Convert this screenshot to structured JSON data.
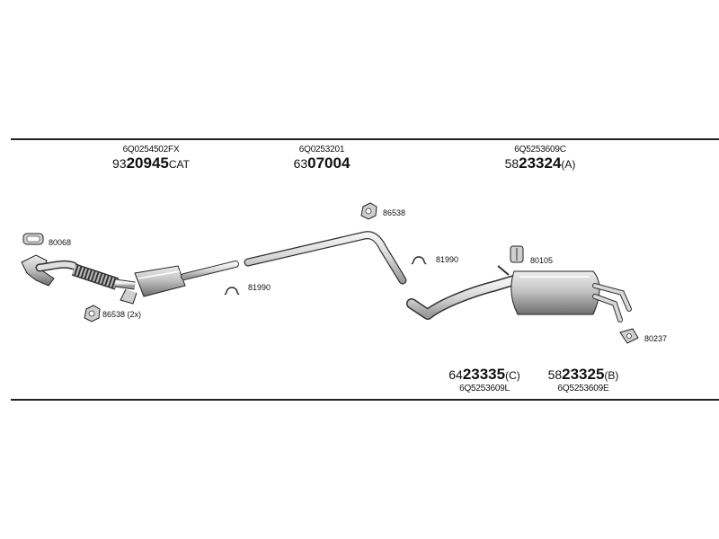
{
  "top_labels": [
    {
      "oe": "6Q0254502FX",
      "prefix": "93",
      "bold": "20945",
      "suffix": "CAT"
    },
    {
      "oe": "6Q0253201",
      "prefix": "63",
      "bold": "07004",
      "suffix": ""
    },
    {
      "oe": "6Q5253609C",
      "prefix": "58",
      "bold": "23324",
      "suffix": "(A)"
    }
  ],
  "bottom_labels": [
    {
      "oe": "6Q5253609L",
      "prefix": "64",
      "bold": "23335",
      "suffix": "(C)"
    },
    {
      "oe": "6Q5253609E",
      "prefix": "58",
      "bold": "23325",
      "suffix": "(B)"
    }
  ],
  "small_parts": {
    "p80068": "80068",
    "p86538_2x": "86538 (2x)",
    "p81990_a": "81990",
    "p86538": "86538",
    "p81990_b": "81990",
    "p80105": "80105",
    "p80237": "80237"
  }
}
